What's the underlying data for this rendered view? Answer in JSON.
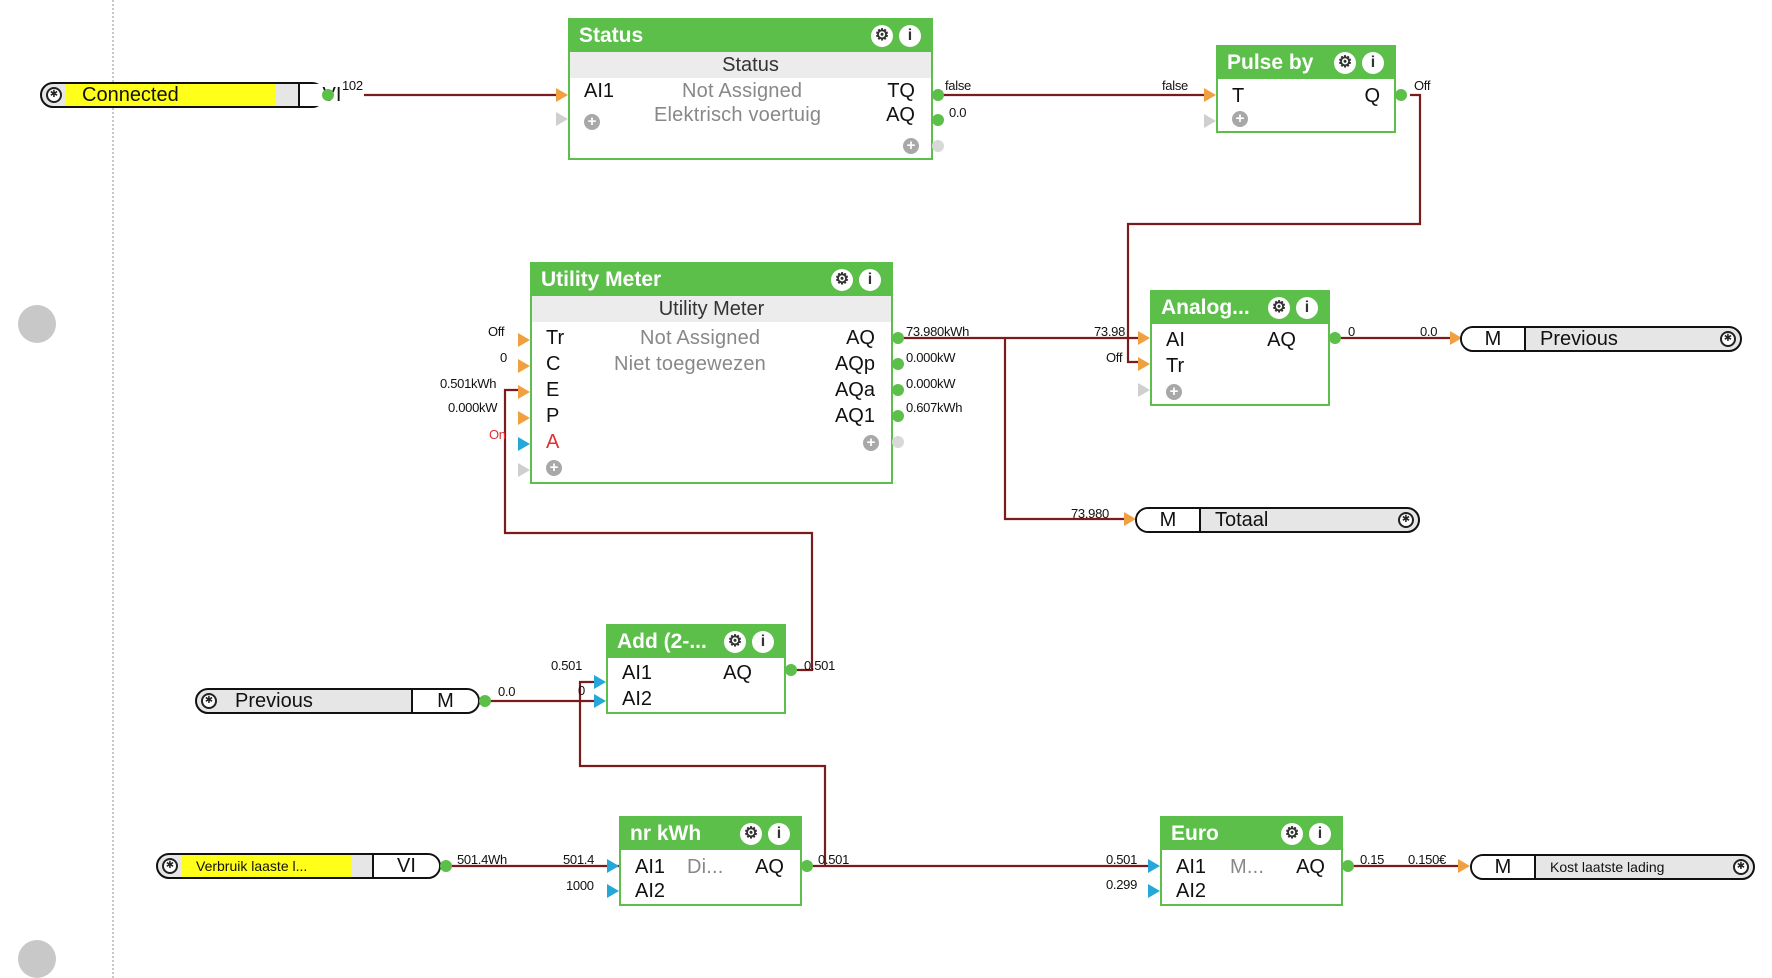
{
  "blocks": {
    "status": {
      "title": "Status",
      "subtitle": "Status",
      "desc1": "Not Assigned",
      "desc2": "Elektrisch voertuig",
      "inputs": [
        "AI1"
      ],
      "outputs": [
        "TQ",
        "AQ"
      ],
      "in_value": "102",
      "out_values": [
        "false",
        "0.0"
      ]
    },
    "pulse": {
      "title": "Pulse by",
      "inputs": [
        "T"
      ],
      "outputs": [
        "Q"
      ],
      "in_value": "false",
      "out_value": "Off"
    },
    "utility": {
      "title": "Utility Meter",
      "subtitle": "Utility Meter",
      "desc1": "Not Assigned",
      "desc2": "Niet toegewezen",
      "inputs": [
        "Tr",
        "C",
        "E",
        "P",
        "A"
      ],
      "outputs": [
        "AQ",
        "AQp",
        "AQa",
        "AQ1"
      ],
      "in_values": [
        "Off",
        "0",
        "0.501kWh",
        "0.000kW",
        "On"
      ],
      "out_values": [
        "73.980kWh",
        "0.000kW",
        "0.000kW",
        "0.607kWh"
      ]
    },
    "analog": {
      "title": "Analog...",
      "inputs": [
        "AI",
        "Tr"
      ],
      "outputs": [
        "AQ"
      ],
      "in_values": [
        "73.98",
        "Off"
      ],
      "out_value": "0"
    },
    "add": {
      "title": "Add (2-...",
      "inputs": [
        "AI1",
        "AI2"
      ],
      "outputs": [
        "AQ"
      ],
      "in_values": [
        "0.501",
        "0"
      ],
      "out_value": "0.501"
    },
    "nrkwh": {
      "title": "nr kWh",
      "desc": "Di...",
      "inputs": [
        "AI1",
        "AI2"
      ],
      "outputs": [
        "AQ"
      ],
      "in_values": [
        "501.4",
        "1000"
      ],
      "out_value": "0.501"
    },
    "euro": {
      "title": "Euro",
      "desc": "M...",
      "inputs": [
        "AI1",
        "AI2"
      ],
      "outputs": [
        "AQ"
      ],
      "in_values": [
        "0.501",
        "0.299"
      ],
      "out_value": "0.15"
    }
  },
  "pills": {
    "connected": {
      "label": "Connected",
      "tag": "VI",
      "out_value": "102"
    },
    "previous_out": {
      "tag": "M",
      "label": "Previous",
      "in_value": "0.0"
    },
    "totaal": {
      "tag": "M",
      "label": "Totaal",
      "in_value": "73.980"
    },
    "previous_in": {
      "label": "Previous",
      "tag": "M",
      "out_value": "0.0"
    },
    "verbruik": {
      "label": "Verbruik laaste l...",
      "tag": "VI",
      "out_value": "501.4Wh"
    },
    "kost": {
      "tag": "M",
      "label": "Kost laatste lading",
      "in_value": "0.150€"
    }
  },
  "colors": {
    "block_header": "#5cbf4a",
    "wire": "#7a1c1c",
    "highlight": "#ffff1a",
    "analog_input_port": "#f0a040",
    "digital_input_port": "#26a7d9",
    "output_port": "#5cbf4a"
  }
}
